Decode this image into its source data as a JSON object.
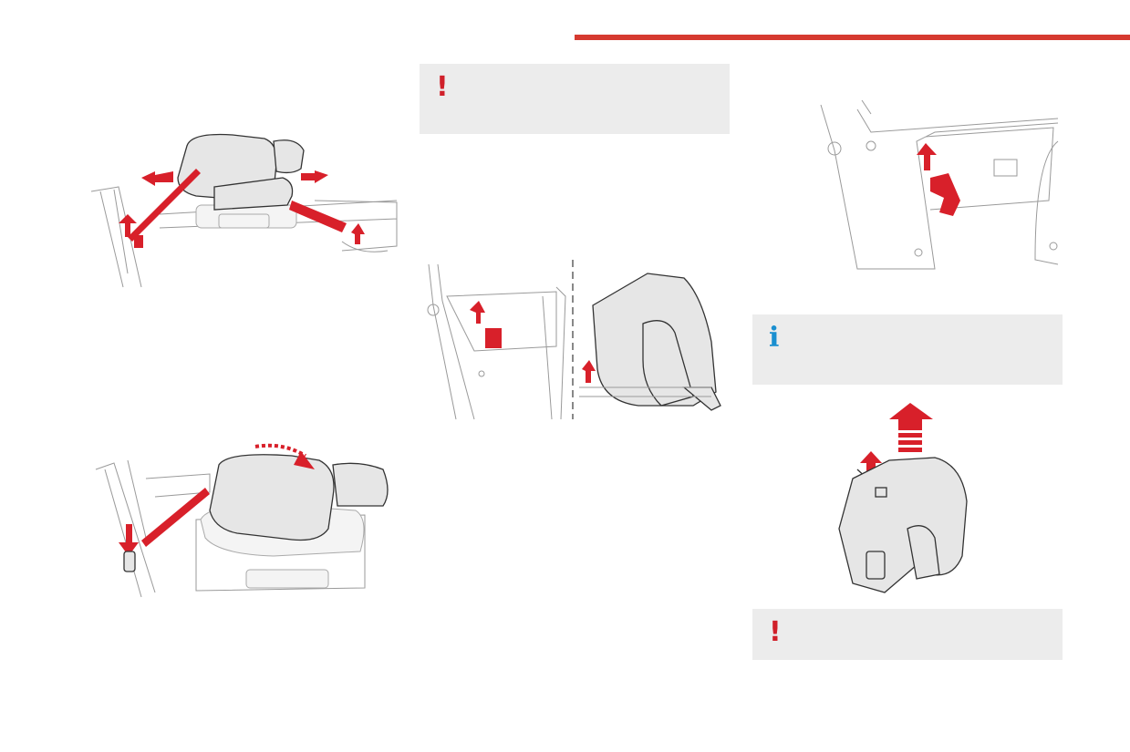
{
  "page": {
    "accent_color": "#d63a30",
    "callout_background": "#ececec"
  },
  "callouts": {
    "warning_top": {
      "icon": "warning-icon",
      "symbol": "!"
    },
    "info": {
      "icon": "info-icon",
      "symbol": "i"
    },
    "warning_bottom": {
      "icon": "warning-icon",
      "symbol": "!"
    }
  },
  "illustrations": [
    {
      "name": "seat-slide-release-illustration"
    },
    {
      "name": "seat-fold-backrest-illustration"
    },
    {
      "name": "seat-lever-and-tilt-illustration"
    },
    {
      "name": "floor-anchor-lever-illustration"
    },
    {
      "name": "seat-removal-illustration"
    }
  ]
}
